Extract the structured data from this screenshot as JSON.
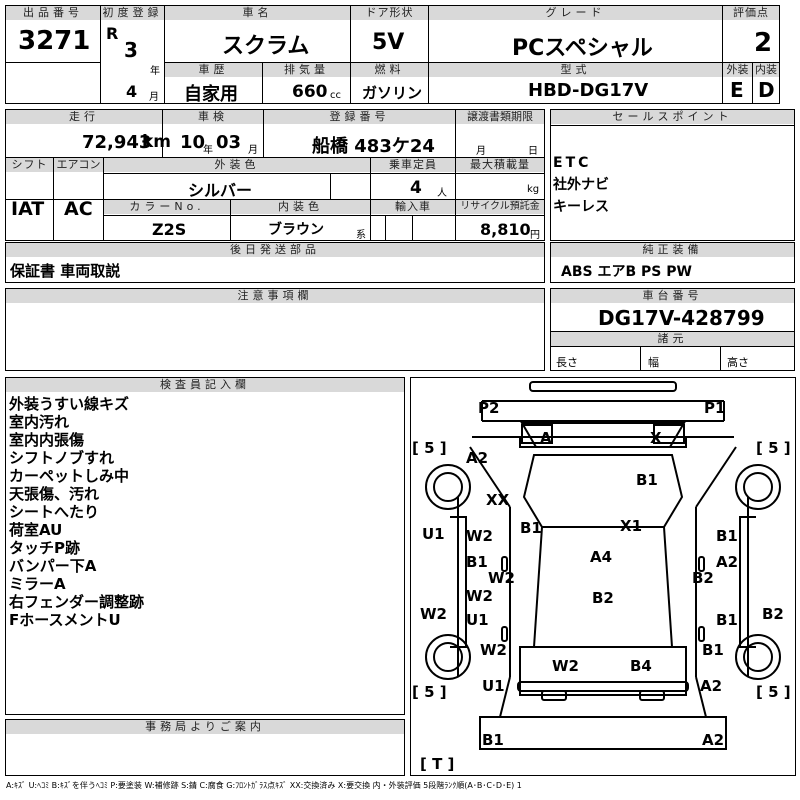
{
  "header": {
    "lot_no_label": "出品番号",
    "lot_no": "3271",
    "first_reg_label": "初度登録",
    "era": "R",
    "reg_year": "3",
    "year_unit": "年",
    "reg_month": "4",
    "month_unit": "月",
    "car_name_label": "車名",
    "car_name": "スクラム",
    "door_label": "ドア形状",
    "door": "5V",
    "grade_label": "グレード",
    "grade": "PCスペシャル",
    "score_label": "評価点",
    "score": "2",
    "history_label": "車歴",
    "history": "自家用",
    "displacement_label": "排気量",
    "displacement": "660",
    "displacement_unit": "cc",
    "fuel_label": "燃料",
    "fuel": "ガソリン",
    "model_label": "型式",
    "model": "HBD-DG17V",
    "ext_label": "外装",
    "ext": "E",
    "int_label": "内装",
    "int": "D"
  },
  "row2": {
    "mileage_label": "走行",
    "mileage": "72,943",
    "mileage_unit": "km",
    "inspection_label": "車検",
    "insp_year": "10",
    "insp_year_unit": "年",
    "insp_month": "03",
    "insp_month_unit": "月",
    "plate_label": "登録番号",
    "plate": "船橋 483ケ24",
    "transfer_label": "譲渡書類期限",
    "transfer_month": "月",
    "transfer_day": "日",
    "shift_label": "シフト",
    "shift": "IAT",
    "ac_label": "エアコン",
    "ac": "AC",
    "color_label": "外装色",
    "color": "シルバー",
    "capacity_label": "乗車定員",
    "capacity": "4",
    "capacity_unit": "人",
    "load_label": "最大積載量",
    "load_unit": "kg",
    "color_no_label": "カラーNo.",
    "color_no": "Z2S",
    "int_color_label": "内装色",
    "int_color": "ブラウン",
    "int_color_unit": "系",
    "import_label": "輸入車",
    "recycle_label": "リサイクル預託金",
    "recycle": "8,810",
    "recycle_unit": "円",
    "sales_label": "セールスポイント",
    "sales_points": [
      "ETC",
      "社外ナビ",
      "キーレス"
    ]
  },
  "shipping": {
    "label": "後日発送部品",
    "value": "保証書 車両取説"
  },
  "equipment": {
    "label": "純正装備",
    "value": "ABS エアB PS PW"
  },
  "caution": {
    "label": "注意事項欄"
  },
  "chassis": {
    "label": "車台番号",
    "value": "DG17V-428799"
  },
  "dims": {
    "label": "諸元",
    "length": "長さ",
    "width": "幅",
    "height": "高さ"
  },
  "inspector": {
    "label": "検査員記入欄",
    "notes": [
      "外装うすい線キズ",
      "室内汚れ",
      "室内内張傷",
      "シフトノブすれ",
      "カーペットしみ中",
      "天張傷、汚れ",
      "シートへたり",
      "荷室AU",
      "タッチP跡",
      "バンパー下A",
      "ミラーA",
      "右フェンダー調整跡",
      "FホースメントU"
    ]
  },
  "office": {
    "label": "事務局よりご案内"
  },
  "diagram": {
    "tire_label": "[ 5 ]",
    "tire_t": "[ T ]",
    "marks": [
      "P2",
      "P1",
      "A",
      "X",
      "A2",
      "B1",
      "XX",
      "B1",
      "X1",
      "U1",
      "W2",
      "B1",
      "B1",
      "A4",
      "A2",
      "W2",
      "B2",
      "W2",
      "W2",
      "B2",
      "U1",
      "B1",
      "B2",
      "W2",
      "B1",
      "W2",
      "B4",
      "U1",
      "A2",
      "B1",
      "A2"
    ]
  },
  "legend": "A:ｷｽﾞ U:ﾍｺﾐ B:ｷｽﾞを伴うﾍｺﾐ P:要塗装 W:補修跡 S:錆 C:腐食 G:ﾌﾛﾝﾄｶﾞﾗｽ点ｷｽﾞ XX:交換済み X:要交換 内・外装評価 5段階ﾗﾝｸ順(A･B･C･D･E) 1"
}
